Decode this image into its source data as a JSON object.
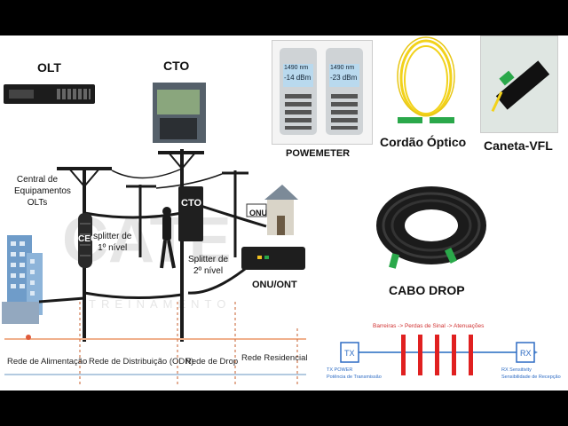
{
  "labels": {
    "olt": "OLT",
    "cto_top": "CTO",
    "cto_box": "CTO",
    "ceo": "CEO",
    "onu": "ONU",
    "onu_ont": "ONU/ONT",
    "powemeter": "POWEMETER",
    "cordao": "Cordão Óptico",
    "caneta": "Caneta-VFL",
    "cabo_drop": "CABO DROP"
  },
  "central": [
    "Central de",
    "Equipamentos",
    "OLTs"
  ],
  "splitter1": [
    "splitter de",
    "1º nível"
  ],
  "splitter2": [
    "Splitter de",
    "2º nível"
  ],
  "segments": [
    "Rede de Alimentação",
    "Rede de Distribuição (ODN)",
    "Rede de Drop",
    "Rede Residencial"
  ],
  "watermark": {
    "big": "CATE",
    "small": "TREINAMENTO"
  },
  "meters": [
    {
      "reading": "-14 dBm",
      "head": "1490 nm"
    },
    {
      "reading": "-23 dBm",
      "head": "1490 nm"
    }
  ],
  "link_budget": {
    "title": "Barreiras -> Perdas de Sinal -> Atenuações",
    "tx": "TX",
    "rx": "RX",
    "tx_caption": [
      "TX POWER",
      "Potência de Transmissão"
    ],
    "rx_caption": [
      "RX Sensitivity",
      "Sensibilidade de Recepção"
    ],
    "barrier_count": 5
  },
  "colors": {
    "fiber": "#1a1a1a",
    "segment_axis": "#f0b08c",
    "tx_rx_box": "#2e6cc4",
    "barrier": "#e02020",
    "cord_yellow": "#f2d21b",
    "connector_green": "#2aa84a"
  }
}
